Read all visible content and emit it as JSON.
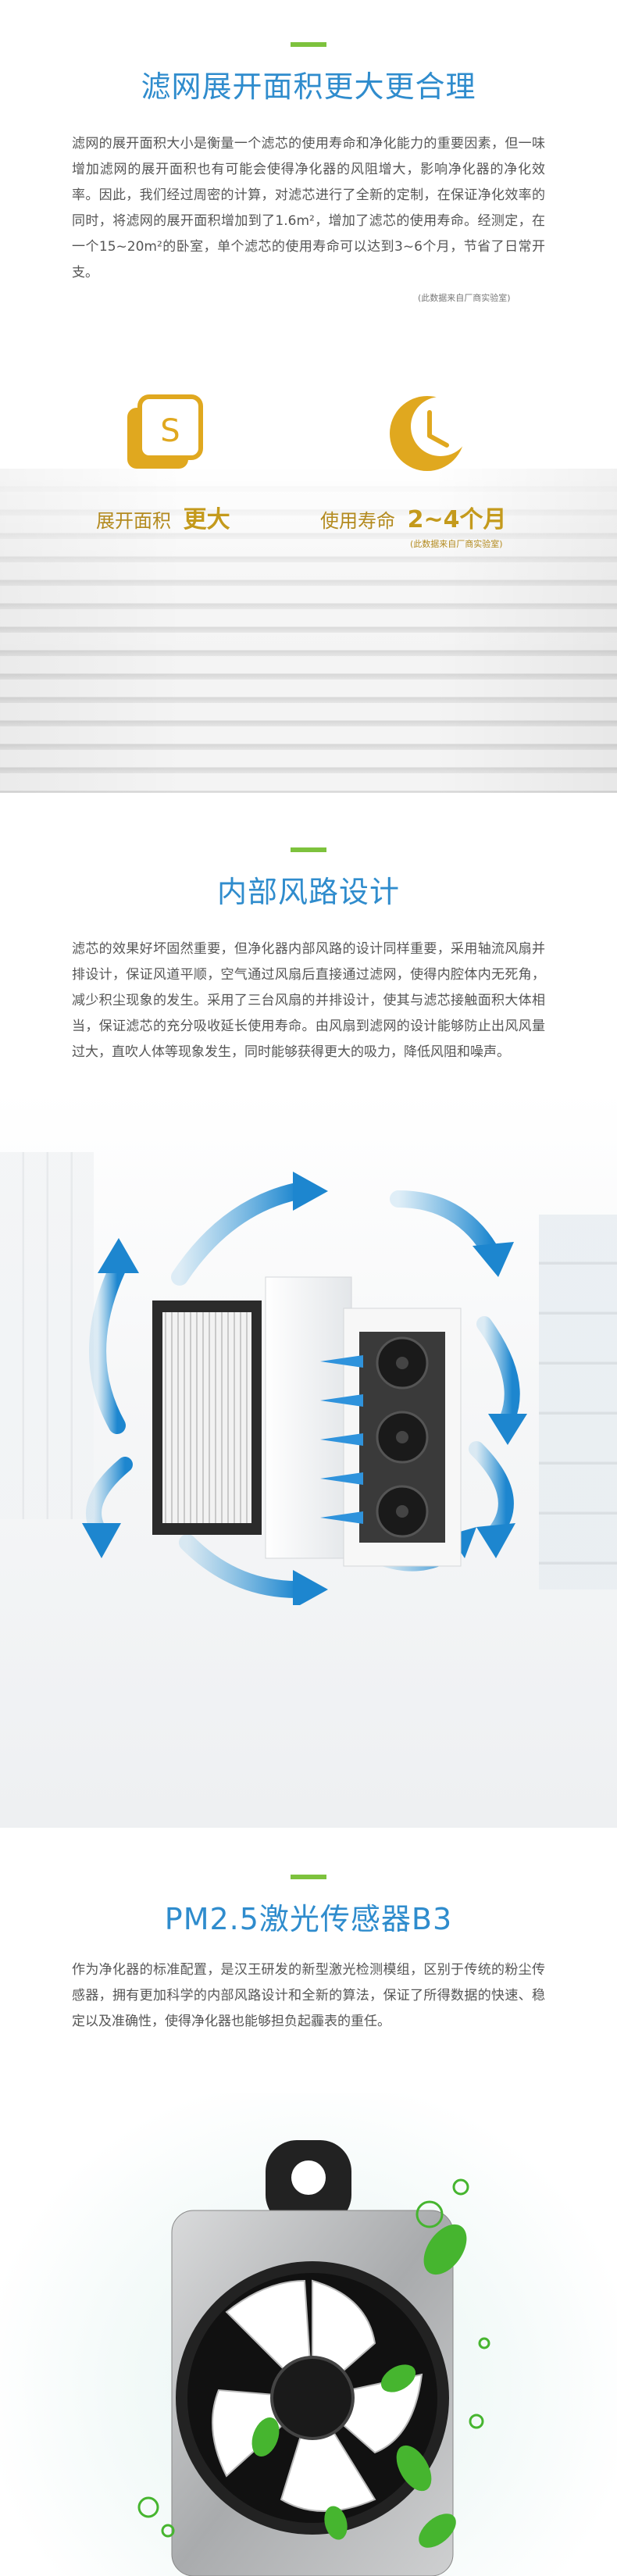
{
  "section1": {
    "title": "滤网展开面积更大更合理",
    "paragraph": "滤网的展开面积大小是衡量一个滤芯的使用寿命和净化能力的重要因素，但一味增加滤网的展开面积也有可能会使得净化器的风阻增大，影响净化器的净化效率。因此，我们经过周密的计算，对滤芯进行了全新的定制，在保证净化效率的同时，将滤网的展开面积增加到了1.6m²，增加了滤芯的使用寿命。经测定，在一个15~20m²的卧室，单个滤芯的使用寿命可以达到3~6个月，节省了日常开支。",
    "note": "(此数据来自厂商实验室)",
    "features": [
      {
        "icon": "square-s-icon",
        "label": "展开面积",
        "value": "更大",
        "note": ""
      },
      {
        "icon": "crescent-clock-icon",
        "label": "使用寿命",
        "value": "2~4个月",
        "note": "(此数据来自厂商实验室)"
      }
    ],
    "icon_s_letter": "S"
  },
  "section2": {
    "title": "内部风路设计",
    "paragraph": "滤芯的效果好坏固然重要，但净化器内部风路的设计同样重要，采用轴流风扇并排设计，保证风道平顺，空气通过风扇后直接通过滤网，使得内腔体内无死角，减少积尘现象的发生。采用了三台风扇的并排设计，使其与滤芯接触面积大体相当，保证滤芯的充分吸收延长使用寿命。由风扇到滤网的设计能够防止出风风量过大，直吹人体等现象发生，同时能够获得更大的吸力，降低风阻和噪声。"
  },
  "section3": {
    "title": "PM2.5激光传感器B3",
    "paragraph": "作为净化器的标准配置，是汉王研发的新型激光检测模组，区别于传统的粉尘传感器，拥有更加科学的内部风路设计和全新的算法，保证了所得数据的快速、稳定以及准确性，使得净化器也能够担负起霾表的重任。"
  },
  "colors": {
    "accent_green": "#7dc23d",
    "title_blue": "#2f8ccd",
    "gold": "#c49a1c",
    "arrow_blue": "#3f9fd9",
    "leaf_green": "#46b52f"
  }
}
